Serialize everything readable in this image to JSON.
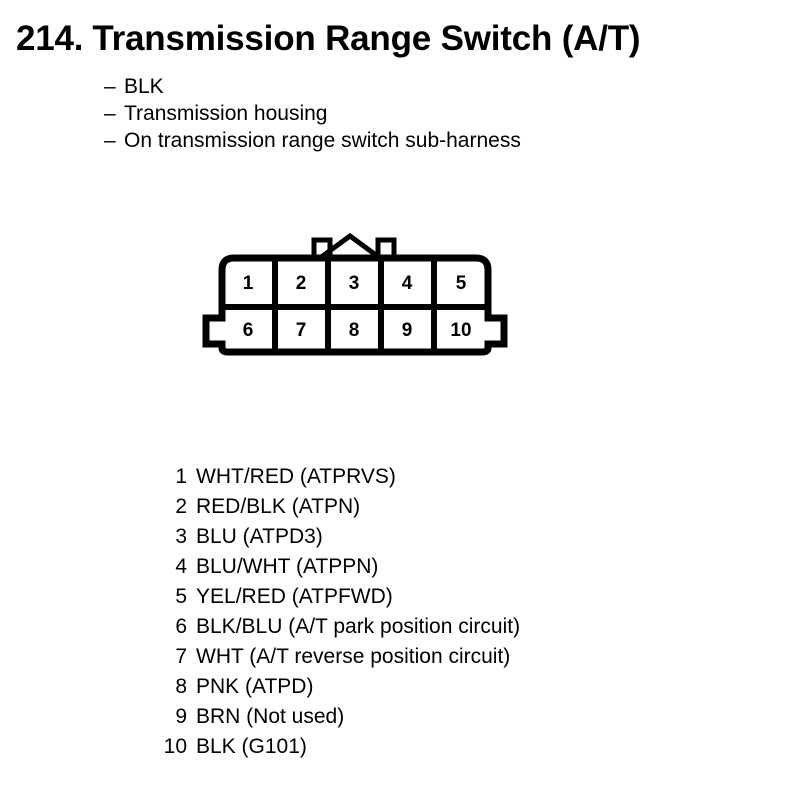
{
  "heading": {
    "number": "214.",
    "title": "Transmission Range Switch (A/T)"
  },
  "description": {
    "dash": "–",
    "items": [
      "BLK",
      "Transmission housing",
      "On transmission range switch sub-harness"
    ]
  },
  "connector": {
    "name": "10-pin connector",
    "rows": [
      {
        "cells": [
          "1",
          "2",
          "3",
          "4",
          "5"
        ]
      },
      {
        "cells": [
          "6",
          "7",
          "8",
          "9",
          "10"
        ]
      }
    ],
    "top_tabs": 2,
    "peak_notch": "triangular-peak",
    "side_tabs": 2
  },
  "pins": [
    {
      "number": "1",
      "description": "WHT/RED (ATPRVS)"
    },
    {
      "number": "2",
      "description": "RED/BLK (ATPN)"
    },
    {
      "number": "3",
      "description": "BLU (ATPD3)"
    },
    {
      "number": "4",
      "description": "BLU/WHT (ATPPN)"
    },
    {
      "number": "5",
      "description": "YEL/RED (ATPFWD)"
    },
    {
      "number": "6",
      "description": "BLK/BLU (A/T park position circuit)"
    },
    {
      "number": "7",
      "description": "WHT (A/T reverse position circuit)"
    },
    {
      "number": "8",
      "description": "PNK (ATPD)"
    },
    {
      "number": "9",
      "description": "BRN (Not used)"
    },
    {
      "number": "10",
      "description": "BLK (G101)"
    }
  ],
  "colors": {
    "ink": "#000000",
    "paper": "#ffffff"
  }
}
